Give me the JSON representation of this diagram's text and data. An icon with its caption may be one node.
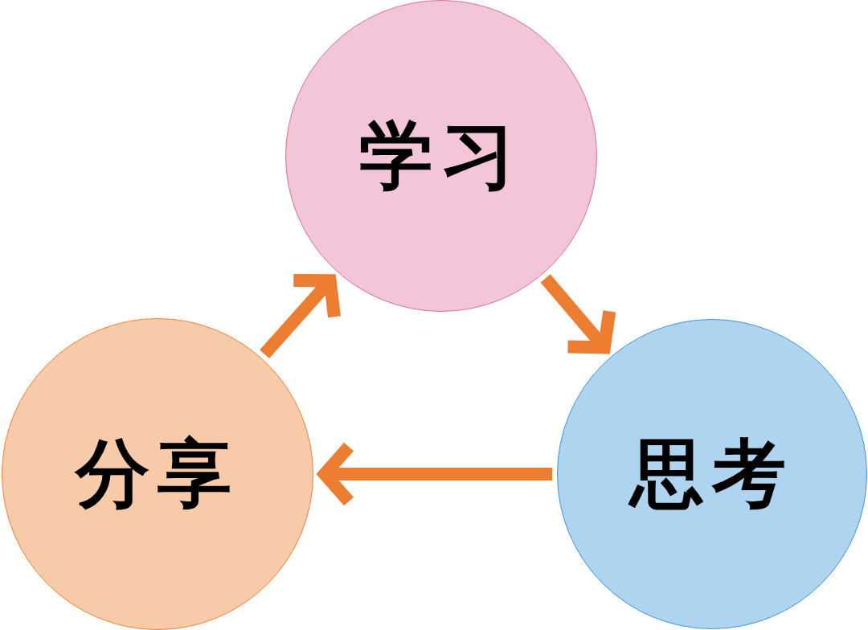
{
  "diagram": {
    "nodes": [
      {
        "text": [
          "学习"
        ]
      },
      {
        "text": [
          "思考"
        ]
      },
      {
        "text": [
          "分享"
        ]
      }
    ],
    "edges": [
      {
        "from": 0,
        "to": 1,
        "arrow": "to"
      },
      {
        "from": 1,
        "to": 2,
        "arrow": "to"
      },
      {
        "from": 2,
        "to": 0,
        "arrow": "to"
      }
    ]
  }
}
